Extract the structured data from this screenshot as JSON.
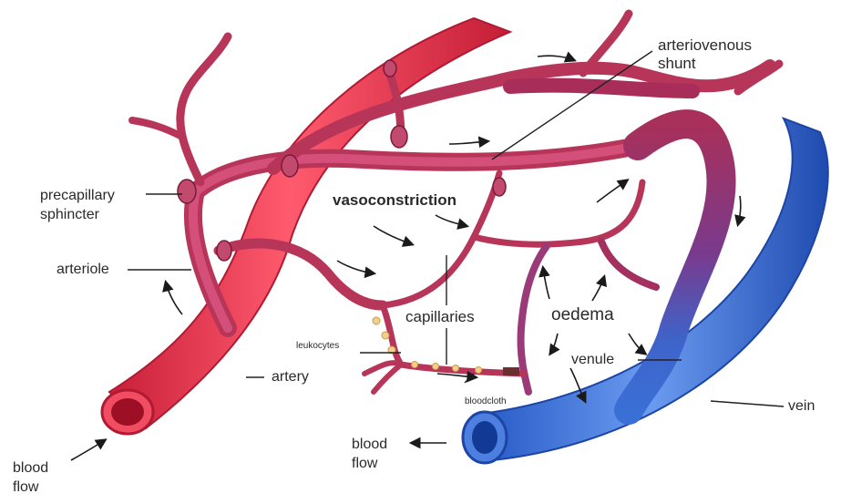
{
  "labels": {
    "arteriovenous_shunt_line1": "arteriovenous",
    "arteriovenous_shunt_line2": "shunt",
    "precapillary_sphincter_line1": "precapillary",
    "precapillary_sphincter_line2": "sphincter",
    "vasoconstriction": "vasoconstriction",
    "arteriole": "arteriole",
    "capillaries": "capillaries",
    "oedema": "oedema",
    "leukocytes": "leukocytes",
    "venule": "venule",
    "artery": "artery",
    "bloodcloth": "bloodcloth",
    "vein": "vein",
    "blood_flow_left_line1": "blood",
    "blood_flow_left_line2": "flow",
    "blood_flow_center_line1": "blood",
    "blood_flow_center_line2": "flow"
  },
  "colors": {
    "artery": "#e8334a",
    "artery_dark": "#b81d34",
    "arteriole_network": "#b8355a",
    "network_dark": "#8a1f45",
    "vein": "#3a6fd6",
    "vein_dark": "#1f4fb5",
    "leukocyte": "#f2cf8a",
    "label_text": "#2a2a2a"
  },
  "icons": [
    "flow-arrow-icon",
    "leader-line"
  ]
}
